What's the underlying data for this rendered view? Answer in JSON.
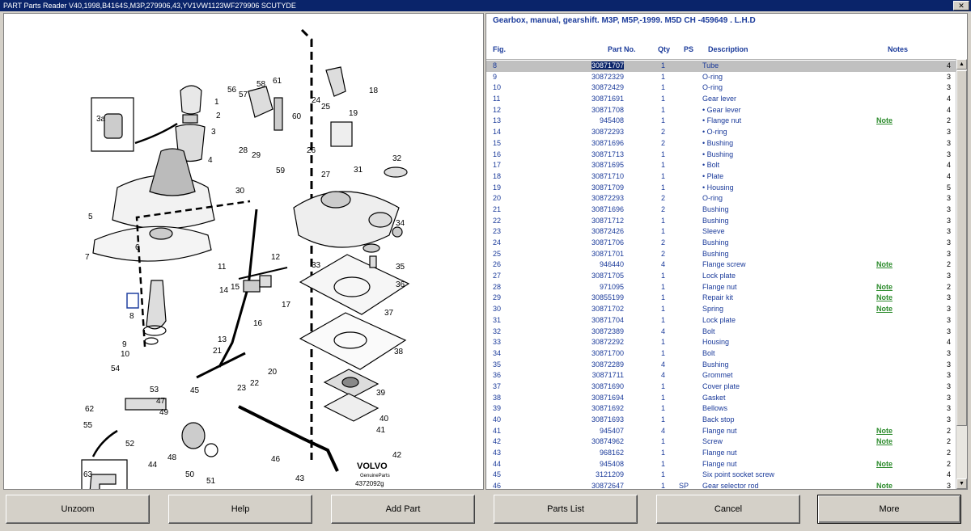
{
  "window": {
    "title": "PART Parts Reader V40,1998,B4164S,M3P,279906,43,YV1VW1123WF279906 SCUTYDE",
    "close_glyph": "✕"
  },
  "diagram": {
    "callouts": [
      "1",
      "2",
      "3",
      "3a",
      "4",
      "5",
      "6",
      "7",
      "8",
      "9",
      "10",
      "11",
      "12",
      "13",
      "14",
      "15",
      "16",
      "17",
      "18",
      "19",
      "20",
      "21",
      "22",
      "23",
      "24",
      "25",
      "26",
      "27",
      "28",
      "29",
      "30",
      "31",
      "32",
      "33",
      "34",
      "35",
      "36",
      "37",
      "38",
      "39",
      "40",
      "41",
      "42",
      "43",
      "44",
      "45",
      "46",
      "47",
      "48",
      "49",
      "50",
      "51",
      "52",
      "53",
      "54",
      "55",
      "56",
      "57",
      "58",
      "59",
      "60",
      "61",
      "62",
      "63"
    ],
    "brand": "VOLVO",
    "brand_sub": "GenuineParts",
    "drawing_no": "4372092g",
    "selected_callout": "8"
  },
  "list": {
    "title": "Gearbox, manual, gearshift. M3P, M5P,-1999. M5D CH -459649 . L.H.D",
    "headers": {
      "fig": "Fig.",
      "part": "Part No.",
      "qty": "Qty",
      "ps": "PS",
      "desc": "Description",
      "notes": "Notes"
    },
    "rows": [
      {
        "fig": "8",
        "part": "30871707",
        "qty": "1",
        "ps": "",
        "desc": "Tube",
        "note": "",
        "grp": "4"
      },
      {
        "fig": "9",
        "part": "30872329",
        "qty": "1",
        "ps": "",
        "desc": "O-ring",
        "note": "",
        "grp": "3"
      },
      {
        "fig": "10",
        "part": "30872429",
        "qty": "1",
        "ps": "",
        "desc": "O-ring",
        "note": "",
        "grp": "3"
      },
      {
        "fig": "11",
        "part": "30871691",
        "qty": "1",
        "ps": "",
        "desc": "Gear lever",
        "note": "",
        "grp": "4"
      },
      {
        "fig": "12",
        "part": "30871708",
        "qty": "1",
        "ps": "",
        "desc": "• Gear lever",
        "note": "",
        "grp": "4"
      },
      {
        "fig": "13",
        "part": "945408",
        "qty": "1",
        "ps": "",
        "desc": "• Flange nut",
        "note": "Note",
        "grp": "2"
      },
      {
        "fig": "14",
        "part": "30872293",
        "qty": "2",
        "ps": "",
        "desc": "• O-ring",
        "note": "",
        "grp": "3"
      },
      {
        "fig": "15",
        "part": "30871696",
        "qty": "2",
        "ps": "",
        "desc": "• Bushing",
        "note": "",
        "grp": "3"
      },
      {
        "fig": "16",
        "part": "30871713",
        "qty": "1",
        "ps": "",
        "desc": "• Bushing",
        "note": "",
        "grp": "3"
      },
      {
        "fig": "17",
        "part": "30871695",
        "qty": "1",
        "ps": "",
        "desc": "• Bolt",
        "note": "",
        "grp": "4"
      },
      {
        "fig": "18",
        "part": "30871710",
        "qty": "1",
        "ps": "",
        "desc": "• Plate",
        "note": "",
        "grp": "4"
      },
      {
        "fig": "19",
        "part": "30871709",
        "qty": "1",
        "ps": "",
        "desc": "• Housing",
        "note": "",
        "grp": "5"
      },
      {
        "fig": "20",
        "part": "30872293",
        "qty": "2",
        "ps": "",
        "desc": "O-ring",
        "note": "",
        "grp": "3"
      },
      {
        "fig": "21",
        "part": "30871696",
        "qty": "2",
        "ps": "",
        "desc": "Bushing",
        "note": "",
        "grp": "3"
      },
      {
        "fig": "22",
        "part": "30871712",
        "qty": "1",
        "ps": "",
        "desc": "Bushing",
        "note": "",
        "grp": "3"
      },
      {
        "fig": "23",
        "part": "30872426",
        "qty": "1",
        "ps": "",
        "desc": "Sleeve",
        "note": "",
        "grp": "3"
      },
      {
        "fig": "24",
        "part": "30871706",
        "qty": "2",
        "ps": "",
        "desc": "Bushing",
        "note": "",
        "grp": "3"
      },
      {
        "fig": "25",
        "part": "30871701",
        "qty": "2",
        "ps": "",
        "desc": "Bushing",
        "note": "",
        "grp": "3"
      },
      {
        "fig": "26",
        "part": "946440",
        "qty": "4",
        "ps": "",
        "desc": "Flange screw",
        "note": "Note",
        "grp": "2"
      },
      {
        "fig": "27",
        "part": "30871705",
        "qty": "1",
        "ps": "",
        "desc": "Lock plate",
        "note": "",
        "grp": "3"
      },
      {
        "fig": "28",
        "part": "971095",
        "qty": "1",
        "ps": "",
        "desc": "Flange nut",
        "note": "Note",
        "grp": "2"
      },
      {
        "fig": "29",
        "part": "30855199",
        "qty": "1",
        "ps": "",
        "desc": "Repair kit",
        "note": "Note",
        "grp": "3"
      },
      {
        "fig": "30",
        "part": "30871702",
        "qty": "1",
        "ps": "",
        "desc": "Spring",
        "note": "Note",
        "grp": "3"
      },
      {
        "fig": "31",
        "part": "30871704",
        "qty": "1",
        "ps": "",
        "desc": "Lock plate",
        "note": "",
        "grp": "3"
      },
      {
        "fig": "32",
        "part": "30872389",
        "qty": "4",
        "ps": "",
        "desc": "Bolt",
        "note": "",
        "grp": "3"
      },
      {
        "fig": "33",
        "part": "30872292",
        "qty": "1",
        "ps": "",
        "desc": "Housing",
        "note": "",
        "grp": "4"
      },
      {
        "fig": "34",
        "part": "30871700",
        "qty": "1",
        "ps": "",
        "desc": "Bolt",
        "note": "",
        "grp": "3"
      },
      {
        "fig": "35",
        "part": "30872289",
        "qty": "4",
        "ps": "",
        "desc": "Bushing",
        "note": "",
        "grp": "3"
      },
      {
        "fig": "36",
        "part": "30871711",
        "qty": "4",
        "ps": "",
        "desc": "Grommet",
        "note": "",
        "grp": "3"
      },
      {
        "fig": "37",
        "part": "30871690",
        "qty": "1",
        "ps": "",
        "desc": "Cover plate",
        "note": "",
        "grp": "3"
      },
      {
        "fig": "38",
        "part": "30871694",
        "qty": "1",
        "ps": "",
        "desc": "Gasket",
        "note": "",
        "grp": "3"
      },
      {
        "fig": "39",
        "part": "30871692",
        "qty": "1",
        "ps": "",
        "desc": "Bellows",
        "note": "",
        "grp": "3"
      },
      {
        "fig": "40",
        "part": "30871693",
        "qty": "1",
        "ps": "",
        "desc": "Back stop",
        "note": "",
        "grp": "3"
      },
      {
        "fig": "41",
        "part": "945407",
        "qty": "4",
        "ps": "",
        "desc": "Flange nut",
        "note": "Note",
        "grp": "2"
      },
      {
        "fig": "42",
        "part": "30874962",
        "qty": "1",
        "ps": "",
        "desc": "Screw",
        "note": "Note",
        "grp": "2"
      },
      {
        "fig": "43",
        "part": "968162",
        "qty": "1",
        "ps": "",
        "desc": "Flange nut",
        "note": "",
        "grp": "2"
      },
      {
        "fig": "44",
        "part": "945408",
        "qty": "1",
        "ps": "",
        "desc": "Flange nut",
        "note": "Note",
        "grp": "2"
      },
      {
        "fig": "45",
        "part": "3121209",
        "qty": "1",
        "ps": "",
        "desc": "Six point socket screw",
        "note": "",
        "grp": "4"
      },
      {
        "fig": "46",
        "part": "30872647",
        "qty": "1",
        "ps": "SP",
        "desc": "Gear selector rod",
        "note": "Note",
        "grp": "3"
      }
    ]
  },
  "buttons": [
    "Unzoom",
    "Help",
    "Add Part",
    "Parts List",
    "Cancel",
    "More"
  ],
  "scroll": {
    "up": "▲",
    "down": "▼"
  }
}
